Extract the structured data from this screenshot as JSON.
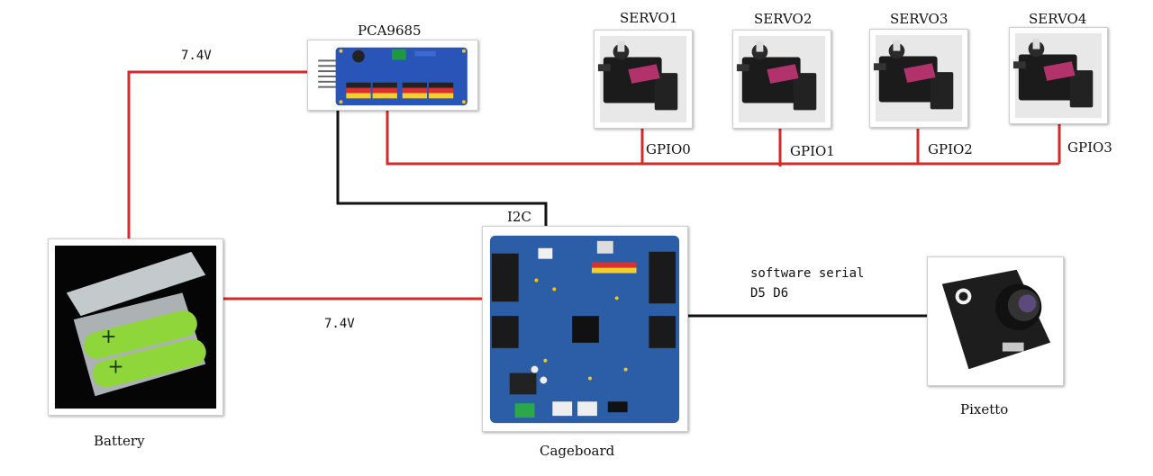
{
  "components": {
    "pca9685": {
      "label": "PCA9685"
    },
    "servos": [
      {
        "label": "SERVO1",
        "gpio": "GPIO0"
      },
      {
        "label": "SERVO2",
        "gpio": "GPIO1"
      },
      {
        "label": "SERVO3",
        "gpio": "GPIO2"
      },
      {
        "label": "SERVO4",
        "gpio": "GPIO3"
      }
    ],
    "battery": {
      "label": "Battery"
    },
    "cageboard": {
      "label": "Cageboard"
    },
    "pixetto": {
      "label": "Pixetto"
    }
  },
  "connections": {
    "battery_to_pca": {
      "label": "7.4V"
    },
    "battery_to_cageboard": {
      "label": "7.4V"
    },
    "i2c": {
      "label": "I2C"
    },
    "serial": {
      "line1": "software serial",
      "line2": "D5 D6"
    }
  },
  "colors": {
    "power_wire": "#d42a2a",
    "signal_wire": "#111111"
  }
}
